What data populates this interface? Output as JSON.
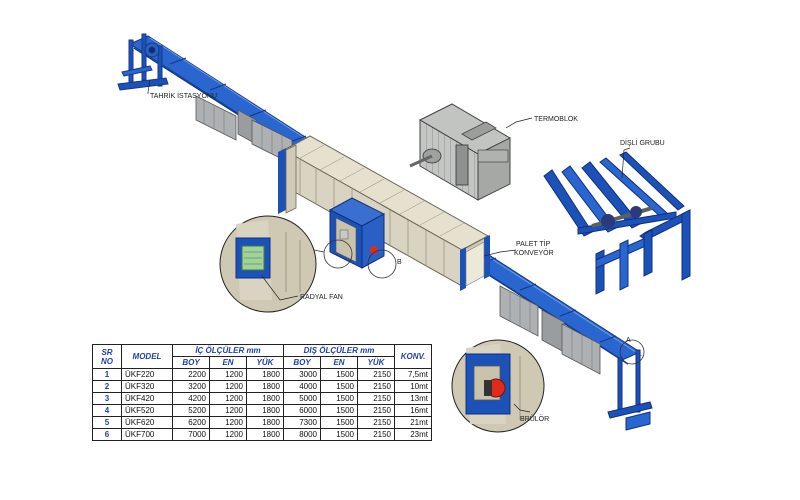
{
  "labels": {
    "tahrik": "TAHRİK İSTASYONU",
    "termoblok": "TERMOBLOK",
    "disli": "DİŞLİ GRUBU",
    "palet": "PALET TİP",
    "konveyor": "KONVEYÖR",
    "radyal": "RADYAL FAN",
    "brulor": "BRÜLÖR",
    "letter_b": "B",
    "letter_a": "A"
  },
  "table": {
    "h_sr": "SR",
    "h_no": "NO",
    "h_model": "MODEL",
    "h_ic": "İÇ ÖLÇÜLER mm",
    "h_dis": "DIŞ ÖLÇÜLER mm",
    "h_konv": "KONV.",
    "sub": [
      "BOY",
      "EN",
      "YÜK",
      "BOY",
      "EN",
      "YÜK"
    ],
    "rows": [
      {
        "no": "1",
        "model": "ÜKF220",
        "ic_boy": "2200",
        "ic_en": "1200",
        "ic_yuk": "1800",
        "dis_boy": "3000",
        "dis_en": "1500",
        "dis_yuk": "2150",
        "konv": "7,5mt"
      },
      {
        "no": "2",
        "model": "ÜKF320",
        "ic_boy": "3200",
        "ic_en": "1200",
        "ic_yuk": "1800",
        "dis_boy": "4000",
        "dis_en": "1500",
        "dis_yuk": "2150",
        "konv": "10mt"
      },
      {
        "no": "3",
        "model": "ÜKF420",
        "ic_boy": "4200",
        "ic_en": "1200",
        "ic_yuk": "1800",
        "dis_boy": "5000",
        "dis_en": "1500",
        "dis_yuk": "2150",
        "konv": "13mt"
      },
      {
        "no": "4",
        "model": "ÜKF520",
        "ic_boy": "5200",
        "ic_en": "1200",
        "ic_yuk": "1800",
        "dis_boy": "6000",
        "dis_en": "1500",
        "dis_yuk": "2150",
        "konv": "16mt"
      },
      {
        "no": "5",
        "model": "ÜKF620",
        "ic_boy": "6200",
        "ic_en": "1200",
        "ic_yuk": "1800",
        "dis_boy": "7300",
        "dis_en": "1500",
        "dis_yuk": "2150",
        "konv": "21mt"
      },
      {
        "no": "6",
        "model": "ÜKF700",
        "ic_boy": "7000",
        "ic_en": "1200",
        "ic_yuk": "1800",
        "dis_boy": "8000",
        "dis_en": "1500",
        "dis_yuk": "2150",
        "konv": "23mt"
      }
    ]
  },
  "colors": {
    "steel_blue": "#1c52b8",
    "panel_grey": "#b8bcc0",
    "oven_beige": "#d9d4c2",
    "fan_green": "#9fd39a",
    "burner_red": "#e02a1a"
  }
}
